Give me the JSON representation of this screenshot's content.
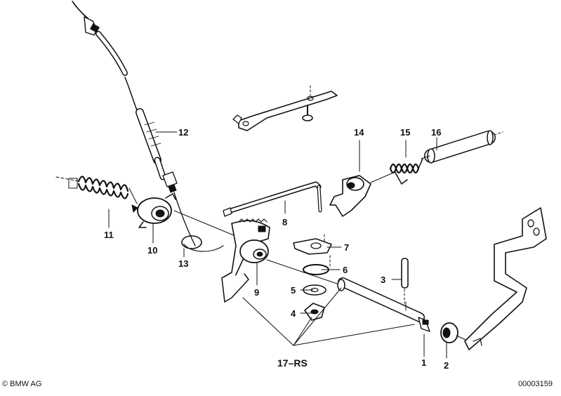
{
  "labels": {
    "p1": "1",
    "p2": "2",
    "p3": "3",
    "p4": "4",
    "p5": "5",
    "p6": "6",
    "p7": "7",
    "p8": "8",
    "p9": "9",
    "p10": "10",
    "p11": "11",
    "p12": "12",
    "p13": "13",
    "p14": "14",
    "p15": "15",
    "p16": "16",
    "p17": "17–RS"
  },
  "footer": {
    "copyright_symbol": "©",
    "brand": "BMW AG",
    "diagram_id": "00003159"
  },
  "colors": {
    "ink": "#111111",
    "background": "#ffffff"
  }
}
